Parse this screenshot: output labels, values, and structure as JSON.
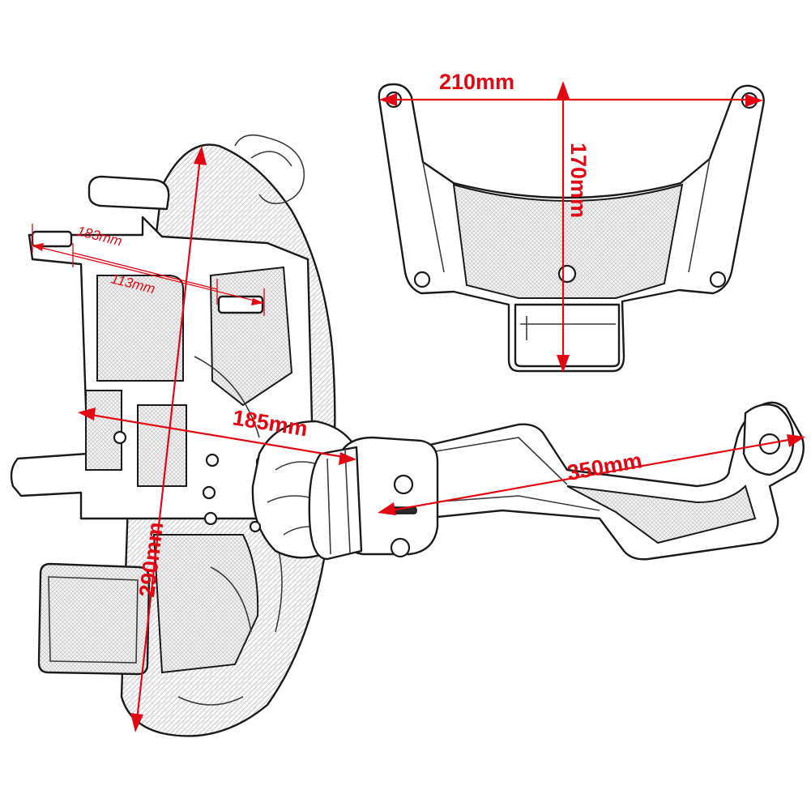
{
  "dimensions": {
    "top_width": "210mm",
    "top_height": "170mm",
    "plate_outer_width": "183mm",
    "plate_inner_width": "113mm",
    "plate_width": "185mm",
    "plate_height": "290mm",
    "arm_length": "350mm"
  },
  "colors": {
    "dimension": "#e30613",
    "outline": "#1a1a1a"
  }
}
